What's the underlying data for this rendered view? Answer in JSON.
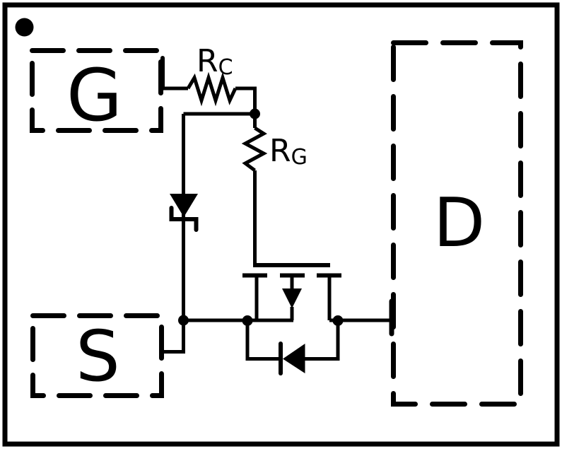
{
  "schematic": {
    "colors": {
      "line": "#000000",
      "background": "#ffffff"
    },
    "pads": {
      "gate_label": "G",
      "source_label": "S",
      "drain_label": "D"
    },
    "components": {
      "rc": {
        "name": "R",
        "subscript": "C"
      },
      "rg": {
        "name": "R",
        "subscript": "G"
      }
    }
  }
}
